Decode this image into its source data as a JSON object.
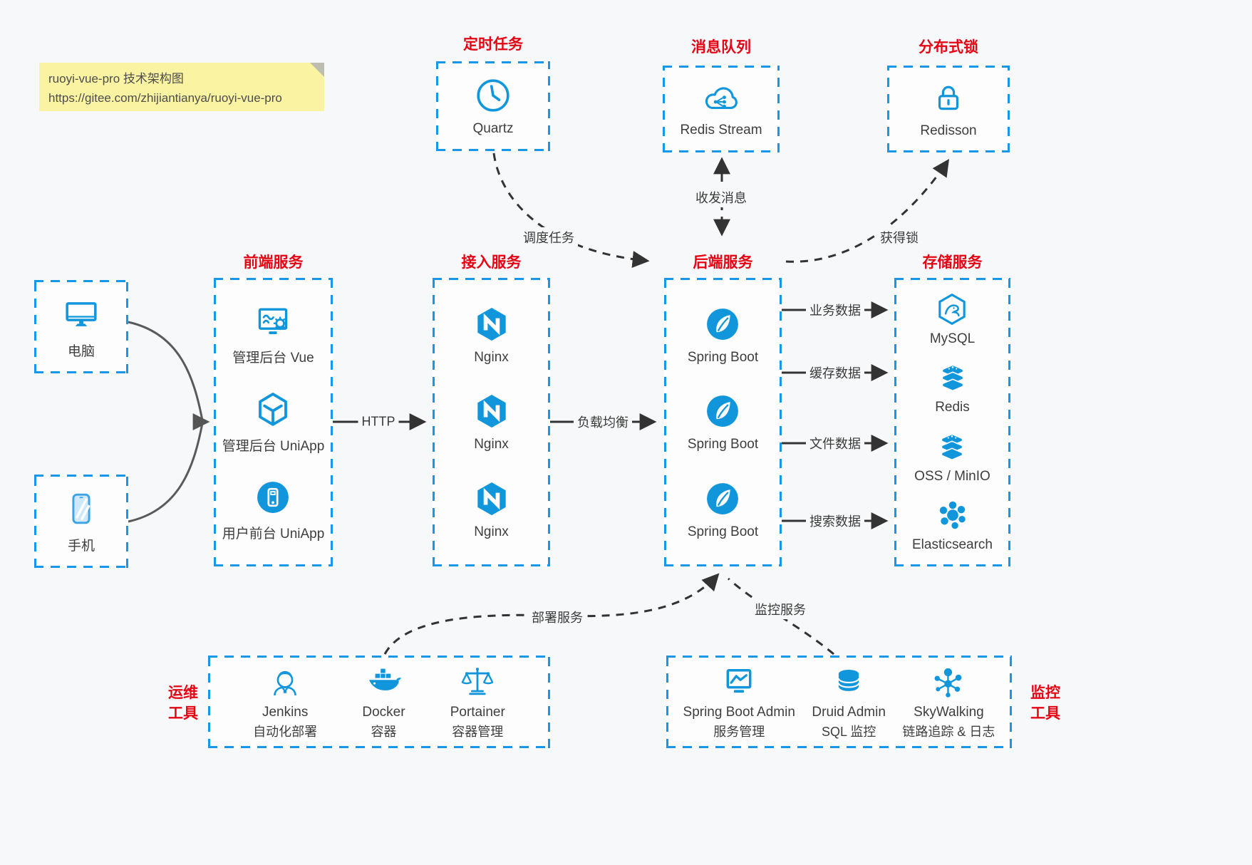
{
  "note": {
    "title": "ruoyi-vue-pro 技术架构图",
    "url": "https://gitee.com/zhijiantianya/ruoyi-vue-pro"
  },
  "groups": {
    "scheduled": {
      "title": "定时任务",
      "items": [
        {
          "label": "Quartz"
        }
      ]
    },
    "mq": {
      "title": "消息队列",
      "items": [
        {
          "label": "Redis Stream"
        }
      ]
    },
    "lock": {
      "title": "分布式锁",
      "items": [
        {
          "label": "Redisson"
        }
      ]
    },
    "clients": {
      "pc": "电脑",
      "phone": "手机"
    },
    "frontend": {
      "title": "前端服务",
      "items": [
        {
          "label": "管理后台 Vue"
        },
        {
          "label": "管理后台 UniApp"
        },
        {
          "label": "用户前台 UniApp"
        }
      ]
    },
    "gateway": {
      "title": "接入服务",
      "items": [
        {
          "label": "Nginx"
        },
        {
          "label": "Nginx"
        },
        {
          "label": "Nginx"
        }
      ]
    },
    "backend": {
      "title": "后端服务",
      "items": [
        {
          "label": "Spring Boot"
        },
        {
          "label": "Spring Boot"
        },
        {
          "label": "Spring Boot"
        }
      ]
    },
    "storage": {
      "title": "存储服务",
      "items": [
        {
          "label": "MySQL"
        },
        {
          "label": "Redis"
        },
        {
          "label": "OSS / MinIO"
        },
        {
          "label": "Elasticsearch"
        }
      ]
    },
    "ops": {
      "label_line1": "运维",
      "label_line2": "工具",
      "items": [
        {
          "name": "Jenkins",
          "desc": "自动化部署"
        },
        {
          "name": "Docker",
          "desc": "容器"
        },
        {
          "name": "Portainer",
          "desc": "容器管理"
        }
      ]
    },
    "monitor_tools": {
      "label_line1": "监控",
      "label_line2": "工具",
      "items": [
        {
          "name": "Spring Boot Admin",
          "desc": "服务管理"
        },
        {
          "name": "Druid Admin",
          "desc": "SQL 监控"
        },
        {
          "name": "SkyWalking",
          "desc": "链路追踪 & 日志"
        }
      ]
    }
  },
  "edges": {
    "http": "HTTP",
    "load_balance": "负载均衡",
    "schedule": "调度任务",
    "messaging": "收发消息",
    "lock": "获得锁",
    "business_data": "业务数据",
    "cache_data": "缓存数据",
    "file_data": "文件数据",
    "search_data": "搜索数据",
    "deploy": "部署服务",
    "monitoring": "监控服务"
  },
  "colors": {
    "accent_blue": "#1296db",
    "dashed_border_blue": "#1697ec",
    "title_red": "#e60313",
    "note_bg": "#faf3a1",
    "arrow_dark": "#333333"
  }
}
